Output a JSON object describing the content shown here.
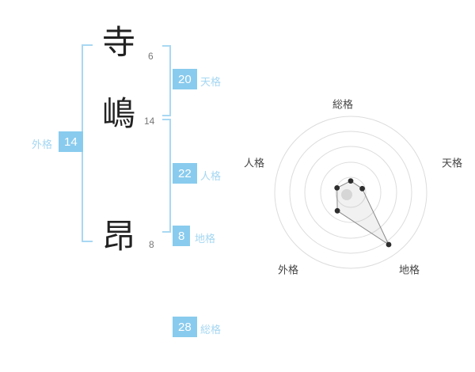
{
  "name": {
    "characters": [
      {
        "char": "寺",
        "strokes": "6"
      },
      {
        "char": "嶋",
        "strokes": "14"
      },
      {
        "char": "昂",
        "strokes": "8"
      }
    ]
  },
  "kaku": {
    "tenkaku": {
      "label": "天格",
      "value": "20"
    },
    "jinkaku": {
      "label": "人格",
      "value": "22"
    },
    "chikaku": {
      "label": "地格",
      "value": "8"
    },
    "gaikaku": {
      "label": "外格",
      "value": "14"
    },
    "soukaku": {
      "label": "総格",
      "value": "28"
    }
  },
  "colors": {
    "accent_blue": "#89CBEE",
    "label_blue": "#A5D7F2",
    "bracket_blue": "#A9D8F2",
    "ring_gray": "#DCDCDC",
    "dot_dark": "#2E2E2E"
  },
  "chart_data": {
    "type": "radar",
    "axes": [
      "総格",
      "天格",
      "地格",
      "外格",
      "人格"
    ],
    "values": [
      28,
      20,
      8,
      14,
      22
    ],
    "plot_ratios": [
      0.15,
      0.16,
      0.85,
      0.3,
      0.19
    ],
    "rings": 5,
    "max_radius": 96
  }
}
